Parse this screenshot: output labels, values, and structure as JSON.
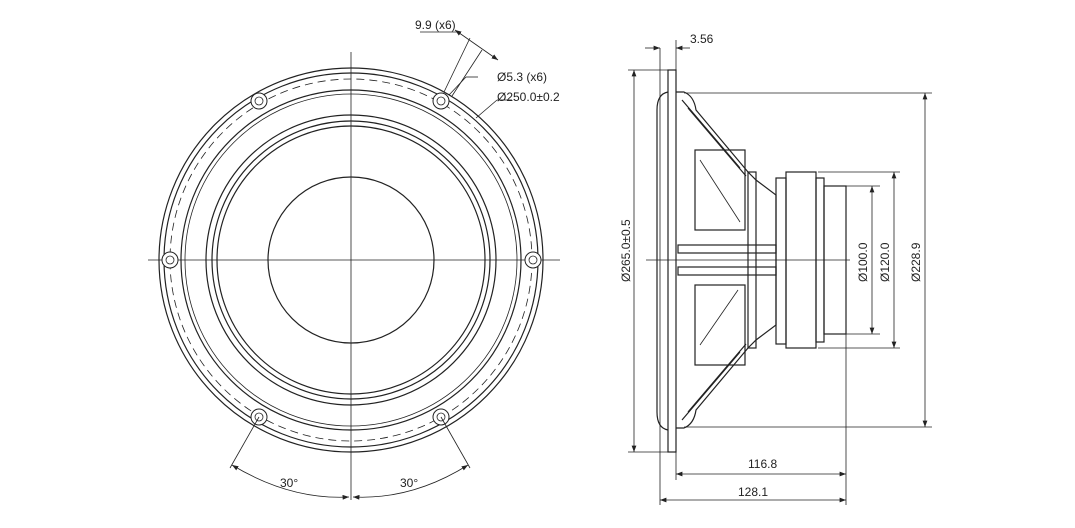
{
  "front_view": {
    "hole_spacing_label": "9.9 (x6)",
    "hole_diameter_label": "Ø5.3 (x6)",
    "bolt_circle_label": "Ø250.0±0.2",
    "angle_left_label": "30°",
    "angle_right_label": "30°"
  },
  "side_view": {
    "flange_thickness_label": "3.56",
    "outer_diameter_label": "Ø265.0±0.5",
    "magnet_inner_label": "Ø100.0",
    "magnet_outer_label": "Ø120.0",
    "basket_diameter_label": "Ø228.9",
    "depth_inner_label": "116.8",
    "depth_total_label": "128.1"
  }
}
